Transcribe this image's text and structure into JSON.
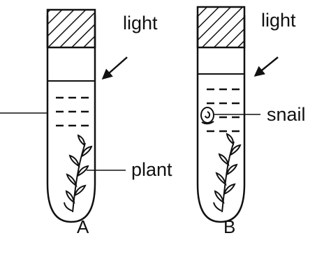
{
  "labels": {
    "light_a": "light",
    "light_b": "light",
    "snail": "snail",
    "plant": "plant",
    "tube_a": "A",
    "tube_b": "B"
  },
  "colors": {
    "ink": "#111111",
    "background": "#ffffff"
  }
}
